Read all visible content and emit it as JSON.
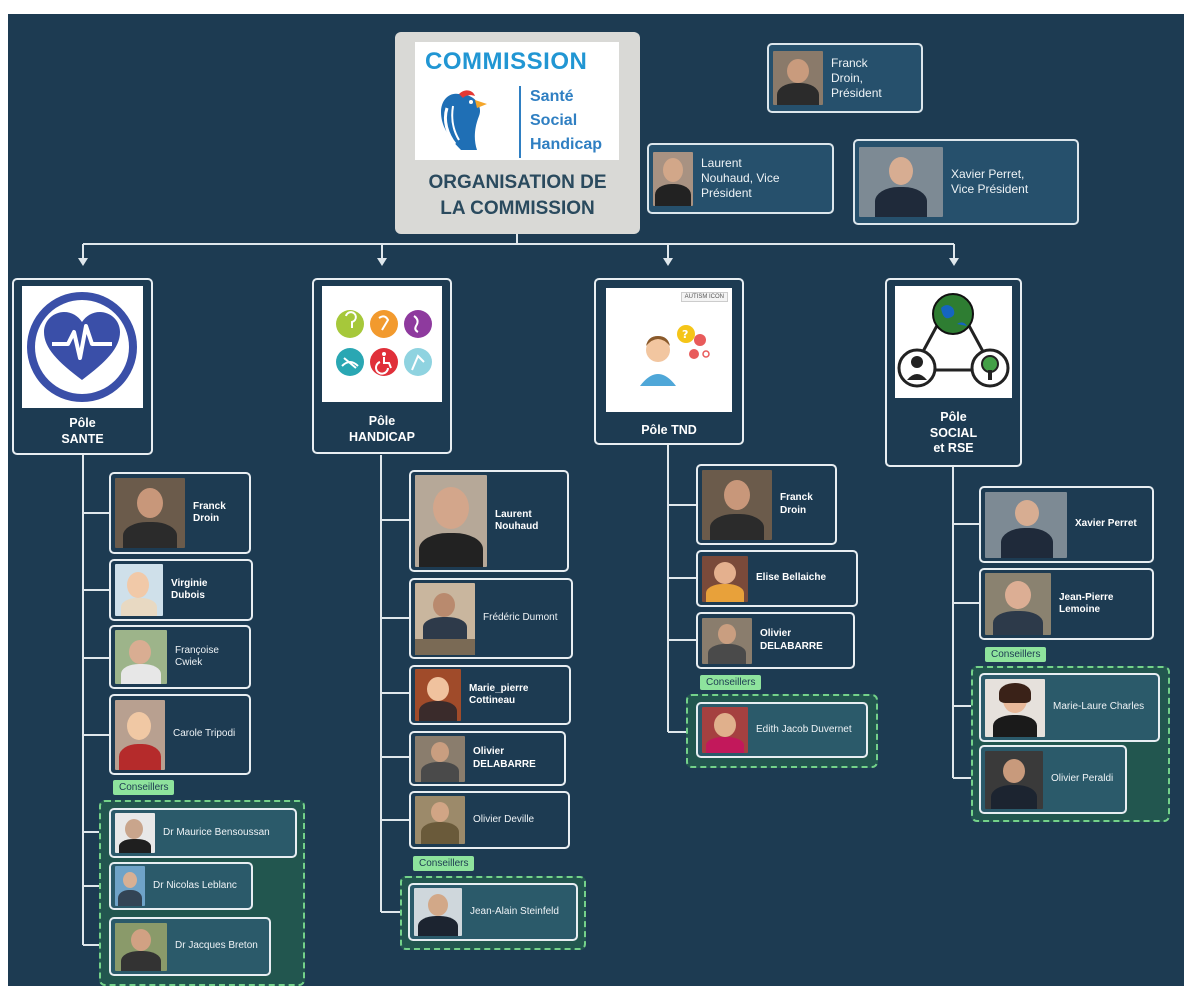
{
  "title": {
    "commission": "COMMISSION",
    "sante": "Santé",
    "social": "Social",
    "handicap": "Handicap",
    "organisation_l1": "ORGANISATION DE",
    "organisation_l2": "LA COMMISSION"
  },
  "leadership": {
    "president": [
      "Franck",
      "Droin,",
      "Président"
    ],
    "vice1": [
      "Laurent",
      "Nouhaud, Vice",
      "Président"
    ],
    "vice2": [
      "Xavier Perret,",
      "Vice Président"
    ]
  },
  "poles": {
    "sante": [
      "Pôle",
      "SANTE"
    ],
    "handicap": [
      "Pôle",
      "HANDICAP"
    ],
    "tnd": [
      "Pôle TND"
    ],
    "social": [
      "Pôle",
      "SOCIAL",
      "et RSE"
    ],
    "tnd_icon_caption": "AUTISM ICON"
  },
  "conseillers_label": "Conseillers",
  "sante_members": [
    [
      "Franck",
      "Droin"
    ],
    [
      "Virginie",
      "Dubois"
    ],
    [
      "Françoise",
      "Cwiek"
    ],
    [
      "Carole Tripodi"
    ]
  ],
  "sante_advisors": [
    "Dr Maurice Bensoussan",
    "Dr Nicolas Leblanc",
    "Dr Jacques Breton"
  ],
  "handicap_members": [
    [
      "Laurent",
      "Nouhaud"
    ],
    [
      "Frédéric Dumont"
    ],
    [
      "Marie_pierre",
      "Cottineau"
    ],
    [
      "Olivier",
      "DELABARRE"
    ],
    [
      "Olivier Deville"
    ]
  ],
  "handicap_advisors": [
    "Jean-Alain Steinfeld"
  ],
  "tnd_members": [
    [
      "Franck",
      "Droin"
    ],
    [
      "Elise Bellaiche"
    ],
    [
      "Olivier",
      "DELABARRE"
    ]
  ],
  "tnd_advisors": [
    "Edith Jacob Duvernet"
  ],
  "social_members": [
    [
      "Xavier Perret"
    ],
    [
      "Jean-Pierre",
      "Lemoine"
    ]
  ],
  "social_advisors": [
    "Marie-Laure Charles",
    "Olivier Peraldi"
  ],
  "colors": {
    "background": "#1d3b52",
    "card_border": "#e8eef2",
    "advisor_border": "#74d28a",
    "advisor_tag": "#8ee39d",
    "title_blue": "#2196d3",
    "heart": "#3a4fa8"
  }
}
